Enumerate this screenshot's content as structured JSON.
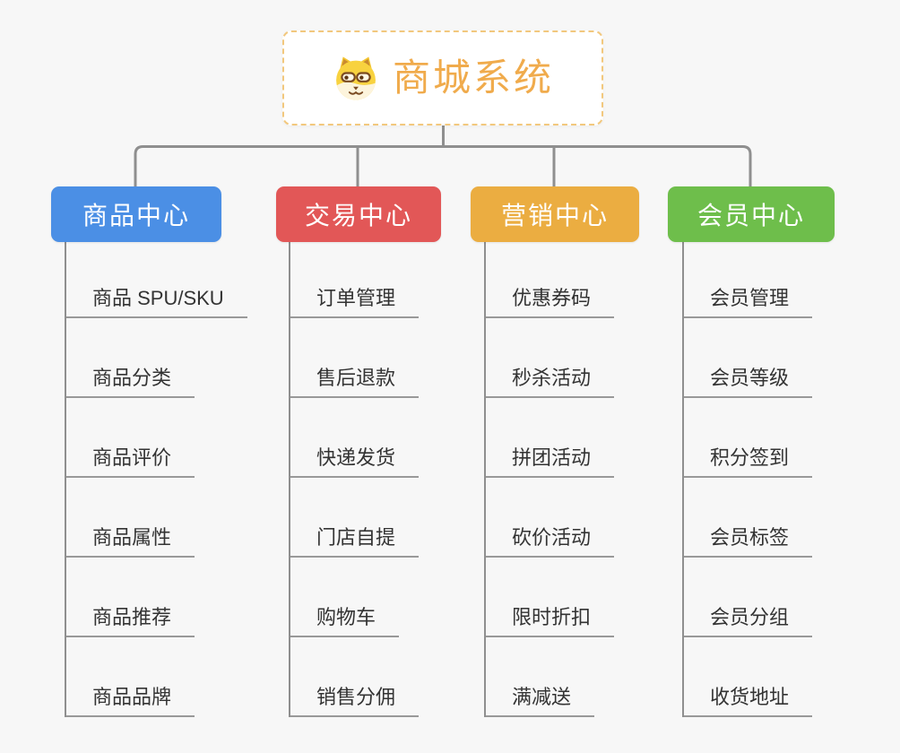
{
  "canvas": {
    "background": "#f7f7f7",
    "connector_color": "#8f8f8f",
    "underline_color": "#999999"
  },
  "root": {
    "label": "商城系统",
    "icon": "dog-face-icon",
    "text_color": "#f0ab4c",
    "border_color": "#f2c87e"
  },
  "branches": [
    {
      "label": "商品中心",
      "color": "#4b8fe5",
      "children": [
        "商品 SPU/SKU",
        "商品分类",
        "商品评价",
        "商品属性",
        "商品推荐",
        "商品品牌"
      ]
    },
    {
      "label": "交易中心",
      "color": "#e25757",
      "children": [
        "订单管理",
        "售后退款",
        "快递发货",
        "门店自提",
        "购物车",
        "销售分佣"
      ]
    },
    {
      "label": "营销中心",
      "color": "#ebad41",
      "children": [
        "优惠券码",
        "秒杀活动",
        "拼团活动",
        "砍价活动",
        "限时折扣",
        "满减送"
      ]
    },
    {
      "label": "会员中心",
      "color": "#6ebe4b",
      "children": [
        "会员管理",
        "会员等级",
        "积分签到",
        "会员标签",
        "会员分组",
        "收货地址"
      ]
    }
  ]
}
